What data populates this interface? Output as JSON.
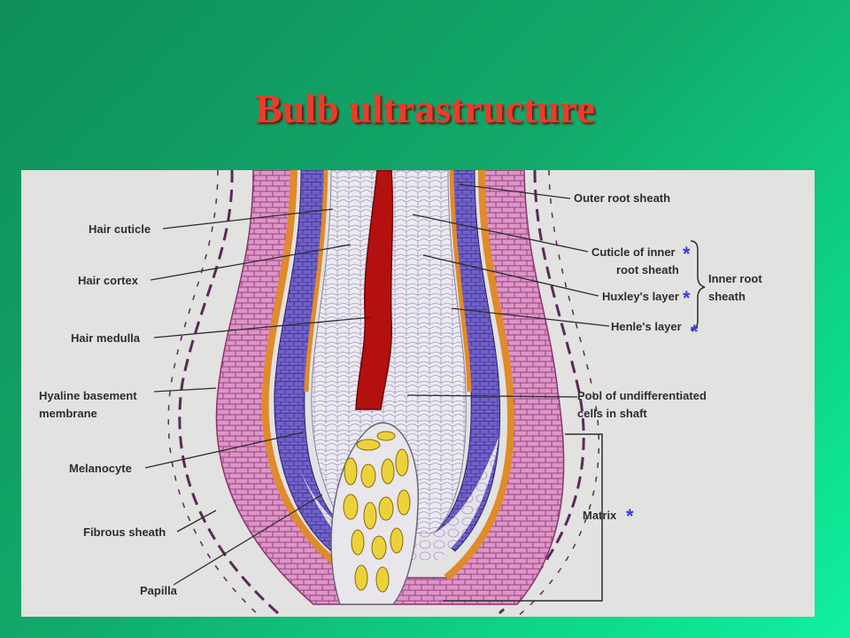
{
  "slide": {
    "title": "Bulb ultrastructure"
  },
  "labels": {
    "hair_cuticle": "Hair cuticle",
    "hair_cortex": "Hair cortex",
    "hair_medulla": "Hair medulla",
    "hyaline_line1": "Hyaline basement",
    "hyaline_line2": "membrane",
    "melanocyte": "Melanocyte",
    "fibrous_sheath": "Fibrous sheath",
    "papilla": "Papilla",
    "outer_root_sheath": "Outer root sheath",
    "cuticle_inner_line1": "Cuticle of inner",
    "cuticle_inner_line2": "root sheath",
    "huxleys_layer": "Huxley's layer",
    "henles_layer": "Henle's layer",
    "inner_root_line1": "Inner root",
    "inner_root_line2": "sheath",
    "pool_line1": "Pool of undifferentiated",
    "pool_line2": "cells in shaft",
    "matrix": "Matrix"
  },
  "markers": {
    "asterisk": "*"
  },
  "colors": {
    "title": "#f03a2a",
    "background_start": "#0f8f5a",
    "background_end": "#10f0a0",
    "panel": "#e2e2e0",
    "outer_root_sheath": "#d98fc0",
    "henle": "#e0e0ee",
    "huxley": "#6f5fc8",
    "cuticle_inner": "#e08a2a",
    "medulla": "#b51010",
    "papilla_cells": "#ecd23a",
    "fibrous_sheath": "#5a2a5a",
    "asterisk": "#3a3ae0"
  }
}
